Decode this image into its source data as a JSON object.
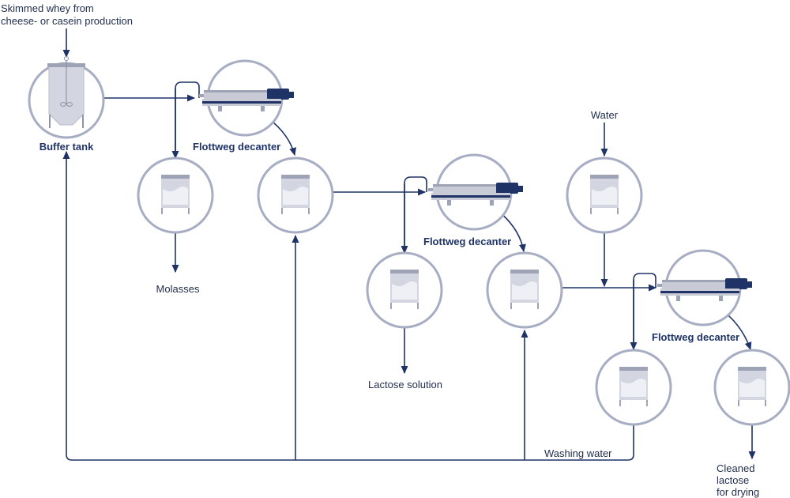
{
  "colors": {
    "line": "#1f3367",
    "circle": "#a7adc3",
    "equipment": "#c8cbd6",
    "equipment_dark": "#9ea3b6",
    "decanter_blue": "#1f3367",
    "ground": "#8f94a8"
  },
  "labels": {
    "input": "Skimmed whey from\ncheese- or casein production",
    "buffer_tank": "Buffer tank",
    "decanter_1": "Flottweg decanter",
    "decanter_2": "Flottweg decanter",
    "decanter_3": "Flottweg decanter",
    "molasses": "Molasses",
    "lactose_solution": "Lactose solution",
    "water": "Water",
    "washing_water": "Washing water",
    "cleaned_lactose": "Cleaned lactose\nfor drying"
  }
}
